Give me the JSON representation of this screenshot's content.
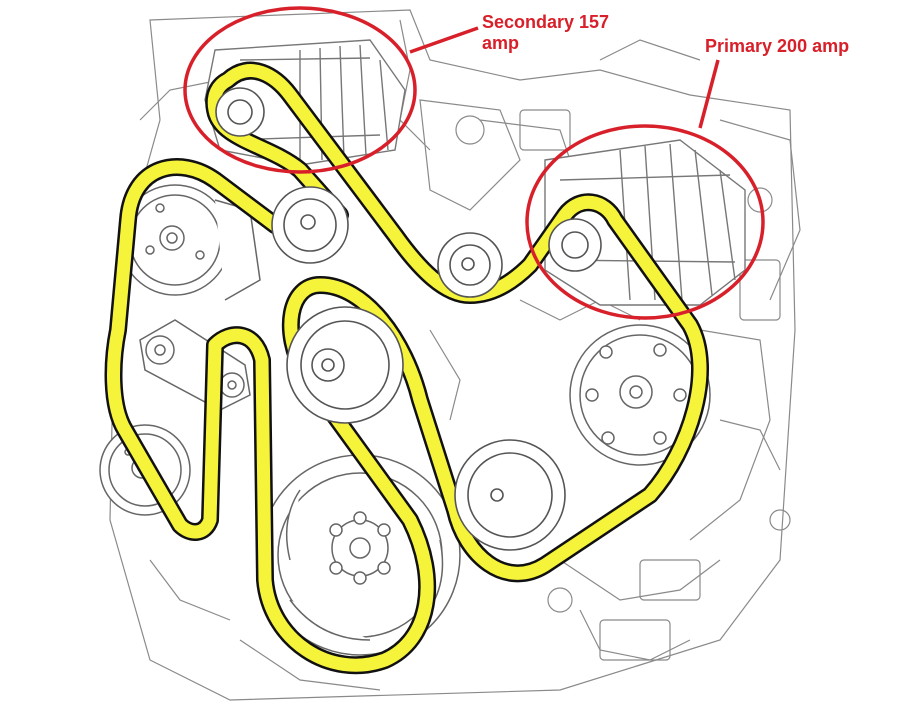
{
  "callouts": {
    "secondary": {
      "line1": "Secondary 157",
      "line2": "amp"
    },
    "primary": {
      "line1": "Primary 200 amp"
    }
  },
  "colors": {
    "annotation": "#d8202a",
    "belt_fill": "#f6f43a",
    "belt_edge": "#111111",
    "engine_lines": "#8a8a8a",
    "background": "#ffffff"
  },
  "components": {
    "secondary_alternator": "secondary-alternator",
    "primary_alternator": "primary-alternator",
    "serpentine_belt": "serpentine-belt"
  }
}
